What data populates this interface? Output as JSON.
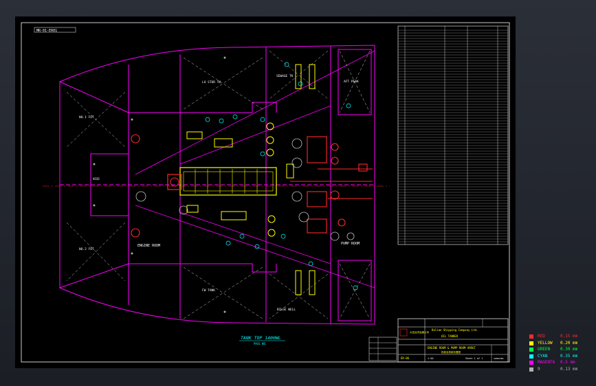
{
  "drawing": {
    "sheet_tag": "MR-01-ER01",
    "plan_title": "TANK TOP 1400WL",
    "plan_subtitle": "PASS NO.",
    "room_labels": {
      "engine_room": "ENGINE ROOM",
      "pump_room": "PUMP ROOM",
      "fo_tank_left": "NO.1 FOT",
      "fo_tank_right": "NO.2 FOT",
      "lo_tank": "LO STOR TK",
      "fw_tank": "FW TANK",
      "sw_tank": "SEWAGE TK",
      "aft_peak": "AFT PEAK",
      "void_space": "VOID",
      "bilge_well": "BILGE WELL"
    },
    "title_block": {
      "company": "Dalian Shipping Company Ltd.",
      "company_cn": "大连远洋运输公司",
      "project": "OIL TANKER",
      "drawing_title": "ENGINE ROOM & PUMP ROOM ARRGT",
      "drawing_title_cn": "机舱及泵舱布置图",
      "sheet_no": "Sheet 1 of 1",
      "scale": "1:50",
      "drawing_no": "ER-06",
      "approved": "APPROVED"
    }
  },
  "legend": [
    {
      "name": "RED",
      "weight": "0.15 mm",
      "color": "#ff2a2a"
    },
    {
      "name": "YELLOW",
      "weight": "0.20 mm",
      "color": "#ffff00"
    },
    {
      "name": "GREEN",
      "weight": "0.30 mm",
      "color": "#00ff44"
    },
    {
      "name": "CYAN",
      "weight": "0.35 mm",
      "color": "#00ffff"
    },
    {
      "name": "MAGENTA",
      "weight": "0.5 mm",
      "color": "#ff00ff"
    },
    {
      "name": "9",
      "weight": "0.13 mm",
      "color": "#b0b0b0"
    }
  ],
  "colors": {
    "hull": "#ff00ff",
    "equipment": "#ffff00",
    "pipes": "#ff2a2a",
    "labels": "#00ffff",
    "grid": "#ffffff"
  }
}
